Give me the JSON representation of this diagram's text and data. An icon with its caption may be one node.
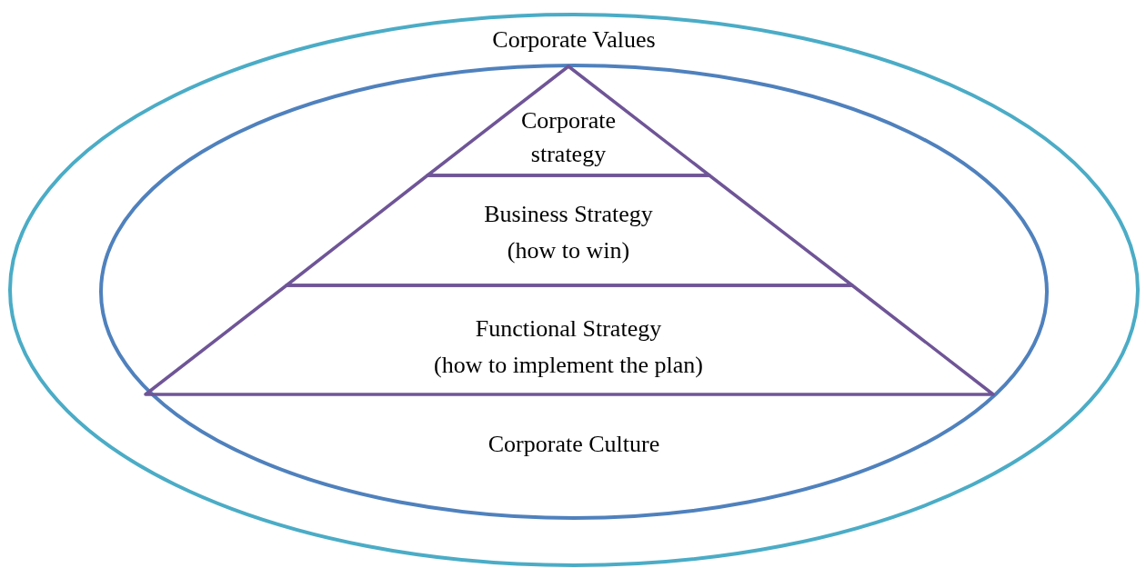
{
  "diagram": {
    "nodes": [
      {
        "text": [
          "Corporate Values"
        ]
      },
      {
        "text": [
          "Corporate Culture"
        ],
        "in": 0
      },
      {
        "text": [
          "Corporate strategy"
        ],
        "in": 1
      },
      {
        "text": [
          "Business Strategy",
          "(how to win)"
        ],
        "in": 1
      },
      {
        "text": [
          "Functional Strategy",
          "(how to implement the plan)"
        ],
        "in": 1
      }
    ],
    "edges": []
  }
}
